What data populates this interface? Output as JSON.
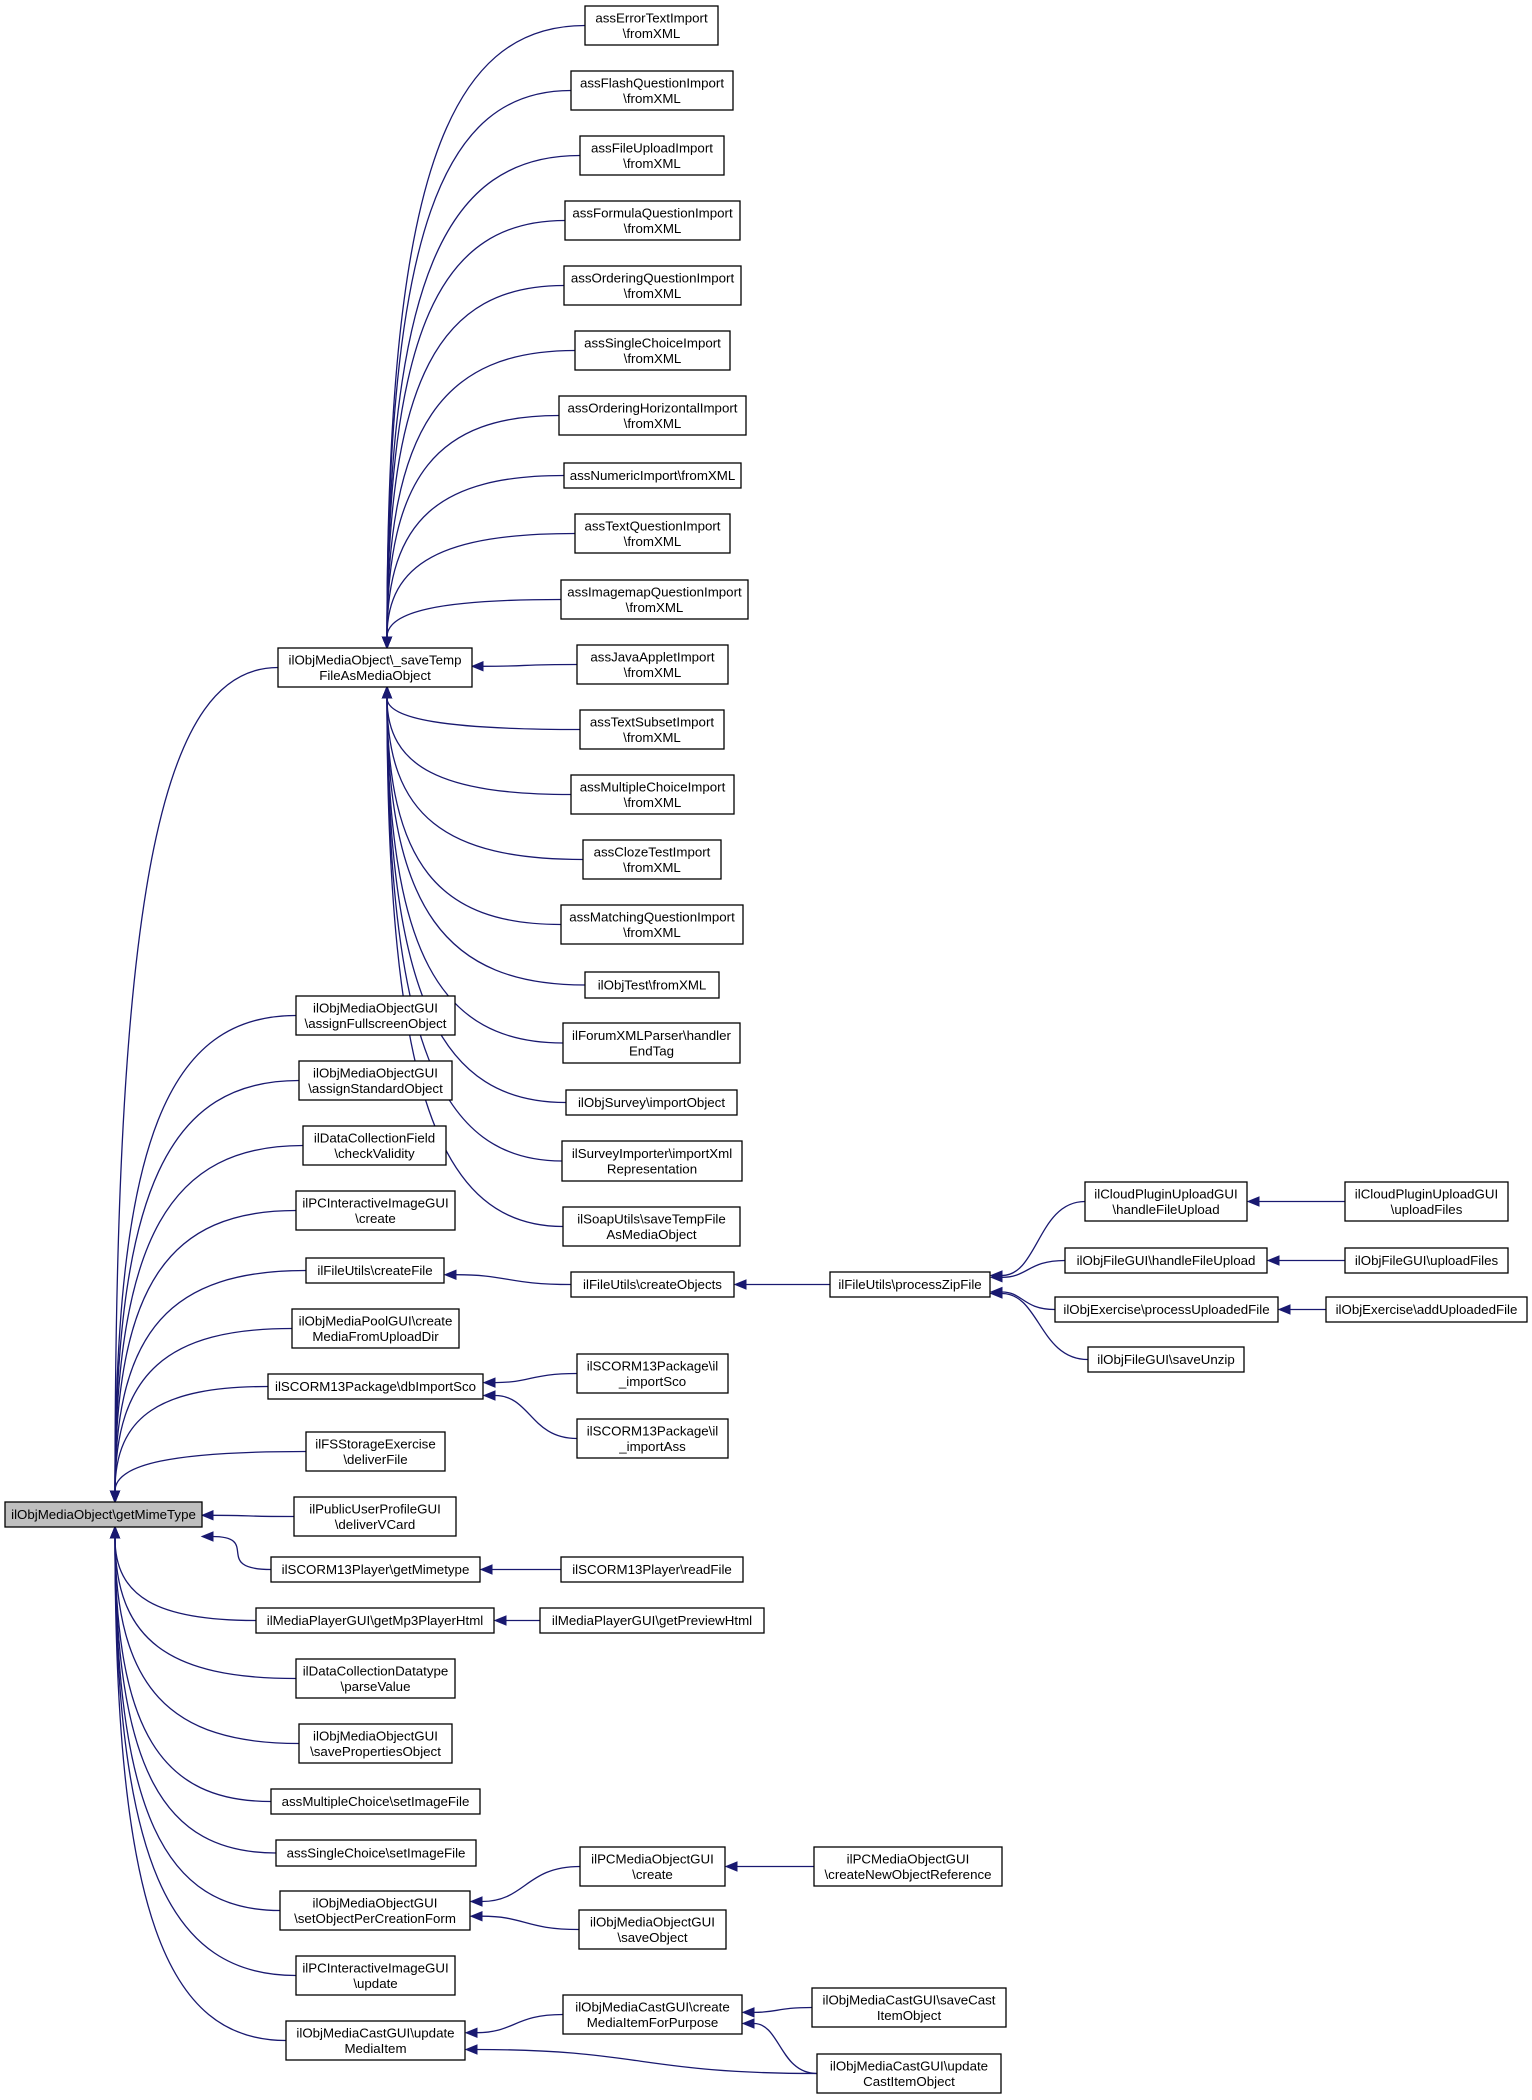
{
  "graph": {
    "root": "n_root",
    "nodes": [
      {
        "id": "n_root",
        "lines": [
          "ilObjMediaObject\\getMimeType"
        ],
        "highlight": true
      },
      {
        "id": "n_save",
        "lines": [
          "ilObjMediaObject\\_saveTemp",
          "FileAsMediaObject"
        ]
      },
      {
        "id": "n_ass_err",
        "lines": [
          "assErrorTextImport",
          "\\fromXML"
        ]
      },
      {
        "id": "n_ass_flash",
        "lines": [
          "assFlashQuestionImport",
          "\\fromXML"
        ]
      },
      {
        "id": "n_ass_file",
        "lines": [
          "assFileUploadImport",
          "\\fromXML"
        ]
      },
      {
        "id": "n_ass_formula",
        "lines": [
          "assFormulaQuestionImport",
          "\\fromXML"
        ]
      },
      {
        "id": "n_ass_ordering",
        "lines": [
          "assOrderingQuestionImport",
          "\\fromXML"
        ]
      },
      {
        "id": "n_ass_single",
        "lines": [
          "assSingleChoiceImport",
          "\\fromXML"
        ]
      },
      {
        "id": "n_ass_orderh",
        "lines": [
          "assOrderingHorizontalImport",
          "\\fromXML"
        ]
      },
      {
        "id": "n_ass_numeric",
        "lines": [
          "assNumericImport\\fromXML"
        ]
      },
      {
        "id": "n_ass_text",
        "lines": [
          "assTextQuestionImport",
          "\\fromXML"
        ]
      },
      {
        "id": "n_ass_imagemap",
        "lines": [
          "assImagemapQuestionImport",
          "\\fromXML"
        ]
      },
      {
        "id": "n_ass_java",
        "lines": [
          "assJavaAppletImport",
          "\\fromXML"
        ]
      },
      {
        "id": "n_ass_textsubset",
        "lines": [
          "assTextSubsetImport",
          "\\fromXML"
        ]
      },
      {
        "id": "n_ass_multiple",
        "lines": [
          "assMultipleChoiceImport",
          "\\fromXML"
        ]
      },
      {
        "id": "n_ass_cloze",
        "lines": [
          "assClozeTestImport",
          "\\fromXML"
        ]
      },
      {
        "id": "n_ass_matching",
        "lines": [
          "assMatchingQuestionImport",
          "\\fromXML"
        ]
      },
      {
        "id": "n_objtest",
        "lines": [
          "ilObjTest\\fromXML"
        ]
      },
      {
        "id": "n_forum",
        "lines": [
          "ilForumXMLParser\\handler",
          "EndTag"
        ]
      },
      {
        "id": "n_survey",
        "lines": [
          "ilObjSurvey\\importObject"
        ]
      },
      {
        "id": "n_survimp",
        "lines": [
          "ilSurveyImporter\\importXml",
          "Representation"
        ]
      },
      {
        "id": "n_soap",
        "lines": [
          "ilSoapUtils\\saveTempFile",
          "AsMediaObject"
        ]
      },
      {
        "id": "n_mogui_full",
        "lines": [
          "ilObjMediaObjectGUI",
          "\\assignFullscreenObject"
        ]
      },
      {
        "id": "n_mogui_std",
        "lines": [
          "ilObjMediaObjectGUI",
          "\\assignStandardObject"
        ]
      },
      {
        "id": "n_dcf",
        "lines": [
          "ilDataCollectionField",
          "\\checkValidity"
        ]
      },
      {
        "id": "n_pcii_create",
        "lines": [
          "ilPCInteractiveImageGUI",
          "\\create"
        ]
      },
      {
        "id": "n_fu_createfile",
        "lines": [
          "ilFileUtils\\createFile"
        ]
      },
      {
        "id": "n_fu_createobjs",
        "lines": [
          "ilFileUtils\\createObjects"
        ]
      },
      {
        "id": "n_fu_zip",
        "lines": [
          "ilFileUtils\\processZipFile"
        ]
      },
      {
        "id": "n_cloud_handle",
        "lines": [
          "ilCloudPluginUploadGUI",
          "\\handleFileUpload"
        ]
      },
      {
        "id": "n_cloud_upload",
        "lines": [
          "ilCloudPluginUploadGUI",
          "\\uploadFiles"
        ]
      },
      {
        "id": "n_ofg_handle",
        "lines": [
          "ilObjFileGUI\\handleFileUpload"
        ]
      },
      {
        "id": "n_ofg_upload",
        "lines": [
          "ilObjFileGUI\\uploadFiles"
        ]
      },
      {
        "id": "n_oe_process",
        "lines": [
          "ilObjExercise\\processUploadedFile"
        ]
      },
      {
        "id": "n_oe_add",
        "lines": [
          "ilObjExercise\\addUploadedFile"
        ]
      },
      {
        "id": "n_ofg_unzip",
        "lines": [
          "ilObjFileGUI\\saveUnzip"
        ]
      },
      {
        "id": "n_mpool",
        "lines": [
          "ilObjMediaPoolGUI\\create",
          "MediaFromUploadDir"
        ]
      },
      {
        "id": "n_scorm_db",
        "lines": [
          "ilSCORM13Package\\dbImportSco"
        ]
      },
      {
        "id": "n_scorm_sco",
        "lines": [
          "ilSCORM13Package\\il",
          "_importSco"
        ]
      },
      {
        "id": "n_scorm_ass",
        "lines": [
          "ilSCORM13Package\\il",
          "_importAss"
        ]
      },
      {
        "id": "n_fsse",
        "lines": [
          "ilFSStorageExercise",
          "\\deliverFile"
        ]
      },
      {
        "id": "n_pup",
        "lines": [
          "ilPublicUserProfileGUI",
          "\\deliverVCard"
        ]
      },
      {
        "id": "n_scp_mime",
        "lines": [
          "ilSCORM13Player\\getMimetype"
        ]
      },
      {
        "id": "n_scp_read",
        "lines": [
          "ilSCORM13Player\\readFile"
        ]
      },
      {
        "id": "n_mp_mp3",
        "lines": [
          "ilMediaPlayerGUI\\getMp3PlayerHtml"
        ]
      },
      {
        "id": "n_mp_preview",
        "lines": [
          "ilMediaPlayerGUI\\getPreviewHtml"
        ]
      },
      {
        "id": "n_dcdt",
        "lines": [
          "ilDataCollectionDatatype",
          "\\parseValue"
        ]
      },
      {
        "id": "n_mogui_saveprop",
        "lines": [
          "ilObjMediaObjectGUI",
          "\\savePropertiesObject"
        ]
      },
      {
        "id": "n_amc_img",
        "lines": [
          "assMultipleChoice\\setImageFile"
        ]
      },
      {
        "id": "n_asc_img",
        "lines": [
          "assSingleChoice\\setImageFile"
        ]
      },
      {
        "id": "n_mogui_setobj",
        "lines": [
          "ilObjMediaObjectGUI",
          "\\setObjectPerCreationForm"
        ]
      },
      {
        "id": "n_pcmo_create",
        "lines": [
          "ilPCMediaObjectGUI",
          "\\create"
        ]
      },
      {
        "id": "n_pcmo_ref",
        "lines": [
          "ilPCMediaObjectGUI",
          "\\createNewObjectReference"
        ]
      },
      {
        "id": "n_mogui_saveobj",
        "lines": [
          "ilObjMediaObjectGUI",
          "\\saveObject"
        ]
      },
      {
        "id": "n_pcii_update",
        "lines": [
          "ilPCInteractiveImageGUI",
          "\\update"
        ]
      },
      {
        "id": "n_mcast_update",
        "lines": [
          "ilObjMediaCastGUI\\update",
          "MediaItem"
        ]
      },
      {
        "id": "n_mcast_create",
        "lines": [
          "ilObjMediaCastGUI\\create",
          "MediaItemForPurpose"
        ]
      },
      {
        "id": "n_mcast_save",
        "lines": [
          "ilObjMediaCastGUI\\saveCast",
          "ItemObject"
        ]
      },
      {
        "id": "n_mcast_updcast",
        "lines": [
          "ilObjMediaCastGUI\\update",
          "CastItemObject"
        ]
      }
    ],
    "edges": [
      [
        "n_save",
        "n_root"
      ],
      [
        "n_mogui_full",
        "n_root"
      ],
      [
        "n_mogui_std",
        "n_root"
      ],
      [
        "n_dcf",
        "n_root"
      ],
      [
        "n_pcii_create",
        "n_root"
      ],
      [
        "n_fu_createfile",
        "n_root"
      ],
      [
        "n_mpool",
        "n_root"
      ],
      [
        "n_scorm_db",
        "n_root"
      ],
      [
        "n_fsse",
        "n_root"
      ],
      [
        "n_pup",
        "n_root"
      ],
      [
        "n_scp_mime",
        "n_root"
      ],
      [
        "n_mp_mp3",
        "n_root"
      ],
      [
        "n_dcdt",
        "n_root"
      ],
      [
        "n_mogui_saveprop",
        "n_root"
      ],
      [
        "n_amc_img",
        "n_root"
      ],
      [
        "n_asc_img",
        "n_root"
      ],
      [
        "n_mogui_setobj",
        "n_root"
      ],
      [
        "n_pcii_update",
        "n_root"
      ],
      [
        "n_mcast_update",
        "n_root"
      ],
      [
        "n_ass_err",
        "n_save"
      ],
      [
        "n_ass_flash",
        "n_save"
      ],
      [
        "n_ass_file",
        "n_save"
      ],
      [
        "n_ass_formula",
        "n_save"
      ],
      [
        "n_ass_ordering",
        "n_save"
      ],
      [
        "n_ass_single",
        "n_save"
      ],
      [
        "n_ass_orderh",
        "n_save"
      ],
      [
        "n_ass_numeric",
        "n_save"
      ],
      [
        "n_ass_text",
        "n_save"
      ],
      [
        "n_ass_imagemap",
        "n_save"
      ],
      [
        "n_ass_java",
        "n_save"
      ],
      [
        "n_ass_textsubset",
        "n_save"
      ],
      [
        "n_ass_multiple",
        "n_save"
      ],
      [
        "n_ass_cloze",
        "n_save"
      ],
      [
        "n_ass_matching",
        "n_save"
      ],
      [
        "n_objtest",
        "n_save"
      ],
      [
        "n_forum",
        "n_save"
      ],
      [
        "n_survey",
        "n_save"
      ],
      [
        "n_survimp",
        "n_save"
      ],
      [
        "n_soap",
        "n_save"
      ],
      [
        "n_fu_createobjs",
        "n_fu_createfile"
      ],
      [
        "n_fu_zip",
        "n_fu_createobjs"
      ],
      [
        "n_cloud_handle",
        "n_fu_zip"
      ],
      [
        "n_ofg_handle",
        "n_fu_zip"
      ],
      [
        "n_oe_process",
        "n_fu_zip"
      ],
      [
        "n_ofg_unzip",
        "n_fu_zip"
      ],
      [
        "n_cloud_upload",
        "n_cloud_handle"
      ],
      [
        "n_ofg_upload",
        "n_ofg_handle"
      ],
      [
        "n_oe_add",
        "n_oe_process"
      ],
      [
        "n_scorm_sco",
        "n_scorm_db"
      ],
      [
        "n_scorm_ass",
        "n_scorm_db"
      ],
      [
        "n_scp_read",
        "n_scp_mime"
      ],
      [
        "n_mp_preview",
        "n_mp_mp3"
      ],
      [
        "n_pcmo_create",
        "n_mogui_setobj"
      ],
      [
        "n_mogui_saveobj",
        "n_mogui_setobj"
      ],
      [
        "n_pcmo_ref",
        "n_pcmo_create"
      ],
      [
        "n_mcast_create",
        "n_mcast_update"
      ],
      [
        "n_mcast_updcast",
        "n_mcast_update"
      ],
      [
        "n_mcast_save",
        "n_mcast_create"
      ],
      [
        "n_mcast_updcast",
        "n_mcast_create"
      ]
    ]
  },
  "colors": {
    "edge": "#191970",
    "node_border": "#000000",
    "root_fill": "#bfbfbf",
    "node_fill": "#ffffff"
  }
}
